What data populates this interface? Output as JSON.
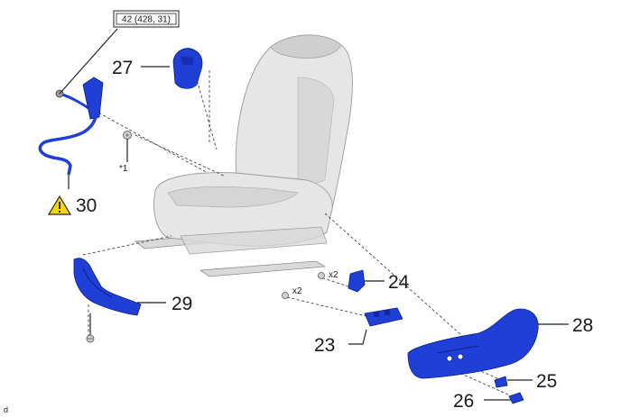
{
  "callouts": {
    "c42": "42 (428, 31)",
    "c27": "27",
    "c30": "30",
    "c29": "29",
    "c24": "24",
    "c23": "23",
    "c28": "28",
    "c25": "25",
    "c26": "26",
    "note1": "*1",
    "x2a": "x2",
    "x2b": "x2",
    "corner": "d"
  },
  "icons": {
    "warning": "warning-triangle-icon"
  },
  "colors": {
    "part": "#1f3fd6",
    "seat": "#e6e6e6",
    "warning": "#f5d800"
  }
}
